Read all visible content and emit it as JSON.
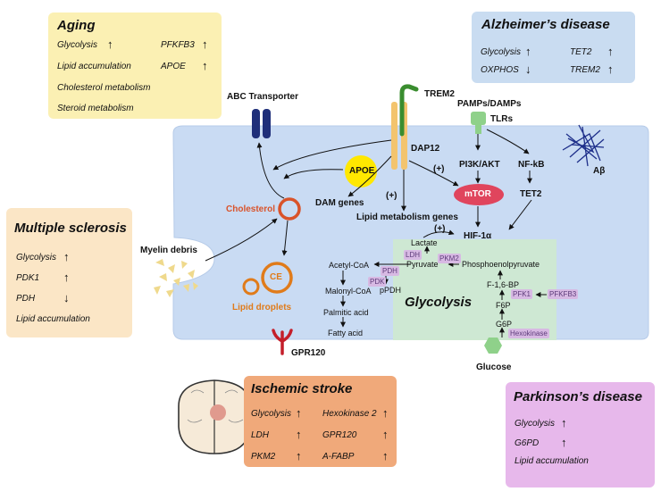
{
  "aging": {
    "title": "Aging",
    "items": [
      {
        "text": "Glycolysis",
        "arrow": "↑"
      },
      {
        "text": "Lipid accumulation",
        "arrow": ""
      },
      {
        "text": "Cholesterol metabolism",
        "arrow": ""
      },
      {
        "text": "Steroid metabolism",
        "arrow": ""
      },
      {
        "text": "PFKFB3",
        "arrow": "↑"
      },
      {
        "text": "APOE",
        "arrow": "↑"
      }
    ]
  },
  "alzheimers": {
    "title": "Alzheimer’s disease",
    "items": [
      {
        "text": "Glycolysis",
        "arrow": "↑"
      },
      {
        "text": "OXPHOS",
        "arrow": "↓"
      },
      {
        "text": "TET2",
        "arrow": "↑"
      },
      {
        "text": "TREM2",
        "arrow": "↑"
      }
    ]
  },
  "ms": {
    "title": "Multiple sclerosis",
    "items": [
      {
        "text": "Glycolysis",
        "arrow": "↑"
      },
      {
        "text": "PDK1",
        "arrow": "↑"
      },
      {
        "text": "PDH",
        "arrow": "↓"
      },
      {
        "text": "Lipid accumulation",
        "arrow": ""
      }
    ]
  },
  "stroke": {
    "title": "Ischemic stroke",
    "items": [
      {
        "text": "Glycolysis",
        "arrow": "↑"
      },
      {
        "text": "LDH",
        "arrow": "↑"
      },
      {
        "text": "PKM2",
        "arrow": "↑"
      },
      {
        "text": "Hexokinase 2",
        "arrow": "↑"
      },
      {
        "text": "GPR120",
        "arrow": "↑"
      },
      {
        "text": "A-FABP",
        "arrow": "↑"
      }
    ]
  },
  "parkinsons": {
    "title": "Parkinson’s disease",
    "items": [
      {
        "text": "Glycolysis",
        "arrow": "↑"
      },
      {
        "text": "G6PD",
        "arrow": "↑"
      },
      {
        "text": "Lipid accumulation",
        "arrow": ""
      }
    ]
  },
  "cell": {
    "abc_transporter": "ABC Transporter",
    "trem2": "TREM2",
    "dap12": "DAP12",
    "pamps": "PAMPs/DAMPs",
    "tlrs": "TLRs",
    "abeta": "Aβ",
    "apoe": "APOE",
    "dam_genes": "DAM genes",
    "lipid_genes": "Lipid metabolism genes",
    "plus": "(+)",
    "pi3k": "PI3K/AKT",
    "nfkb": "NF-kB",
    "mtor": "mTOR",
    "tet2": "TET2",
    "hif": "HIF-1α",
    "cholesterol": "Cholesterol",
    "myelin": "Myelin debris",
    "ce": "CE",
    "lipid_droplets": "Lipid droplets",
    "gpr120": "GPR120",
    "glucose": "Glucose"
  },
  "lipid_path": {
    "acetyl": "Acetyl-CoA",
    "malonyl": "Malonyl-CoA",
    "palmitic": "Palmitic acid",
    "fatty": "Fatty acid"
  },
  "glycolysis": {
    "title": "Glycolysis",
    "lactate": "Lactate",
    "pyruvate": "Pyruvate",
    "pep": "Phosphoenolpyruvate",
    "f16bp": "F-1,6-BP",
    "f6p": "F6P",
    "g6p": "G6P",
    "ppdh": "pPDH",
    "ldh": "LDH",
    "pkm2": "PKM2",
    "pdh": "PDH",
    "pdk": "PDK",
    "pfk1": "PFK1",
    "pfkfb3": "PFKFB3",
    "hexokinase": "Hexokinase"
  },
  "colors": {
    "aging_bg": "#fbf0b3",
    "ad_bg": "#c9dcf1",
    "ms_bg": "#fbe6c6",
    "stroke_bg": "#f0a97a",
    "pd_bg": "#e7b8eb",
    "cell_bg": "#c9dbf3",
    "glyco_bg": "#cfe9d1",
    "apoe": "#ffe800",
    "mtor": "#e0455d",
    "trem2": "#3a8d2f",
    "abc": "#1f2f7a",
    "gpr120": "#c41e2a",
    "cholesterol": "#d9532a",
    "ce": "#e07b1a",
    "tlr": "#8fd18a",
    "tag": "#d7b9e3"
  }
}
